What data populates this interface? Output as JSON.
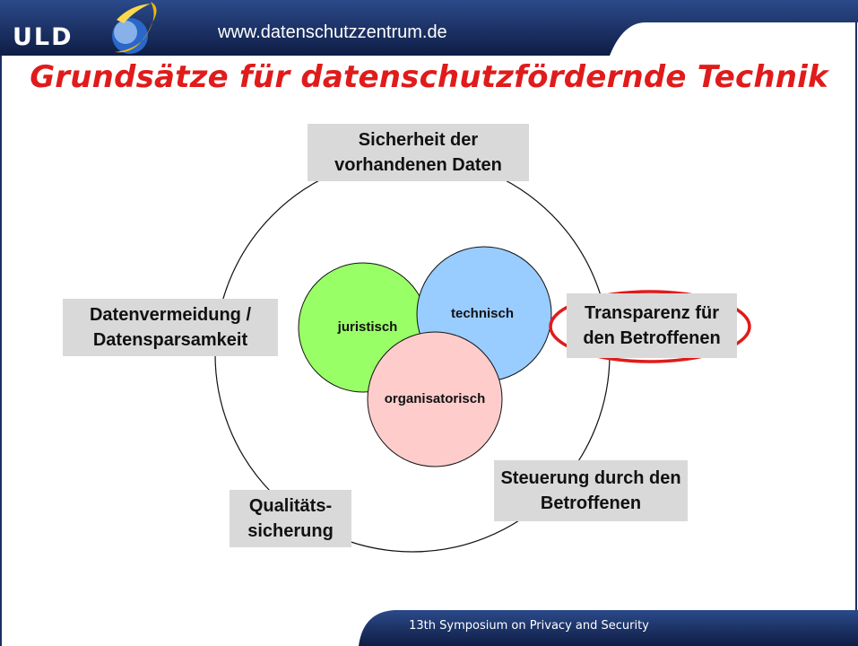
{
  "header": {
    "logo_text": "ULD",
    "url": "www.datenschutzzentrum.de"
  },
  "slide": {
    "title": "Grundsätze für datenschutzfördernde Technik"
  },
  "diagram": {
    "outer_labels": {
      "top": "Sicherheit der vorhandenen Daten",
      "left": "Datenvermeidung / Datensparsamkeit",
      "right": "Transparenz für den Betroffenen",
      "bottom_right": "Steuerung durch den Betroffenen",
      "bottom_left": "Qualitäts-sicherung"
    },
    "circles": {
      "left": "juristisch",
      "right": "technisch",
      "bottom": "organisatorisch"
    },
    "highlighted": "Transparenz für den Betroffenen"
  },
  "footer": {
    "text": "13th Symposium on Privacy and Security"
  },
  "colors": {
    "header_band": "#1b2f63",
    "title": "#e01b1b",
    "circle_left": "#99ff66",
    "circle_right": "#99ccff",
    "circle_bottom": "#ffcccc",
    "highlight": "#e01b1b",
    "label_box": "#d9d9d9"
  }
}
